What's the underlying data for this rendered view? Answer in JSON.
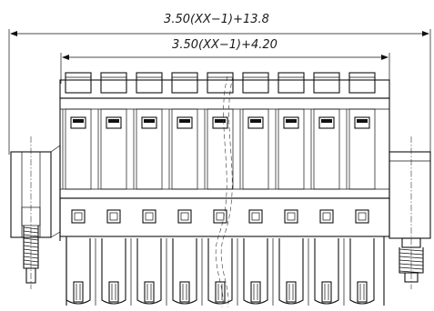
{
  "dimensions": {
    "overall": "3.50(XX−1)+13.8",
    "pitch_span": "3.50(XX−1)+4.20"
  },
  "pole_count_shown": 9
}
